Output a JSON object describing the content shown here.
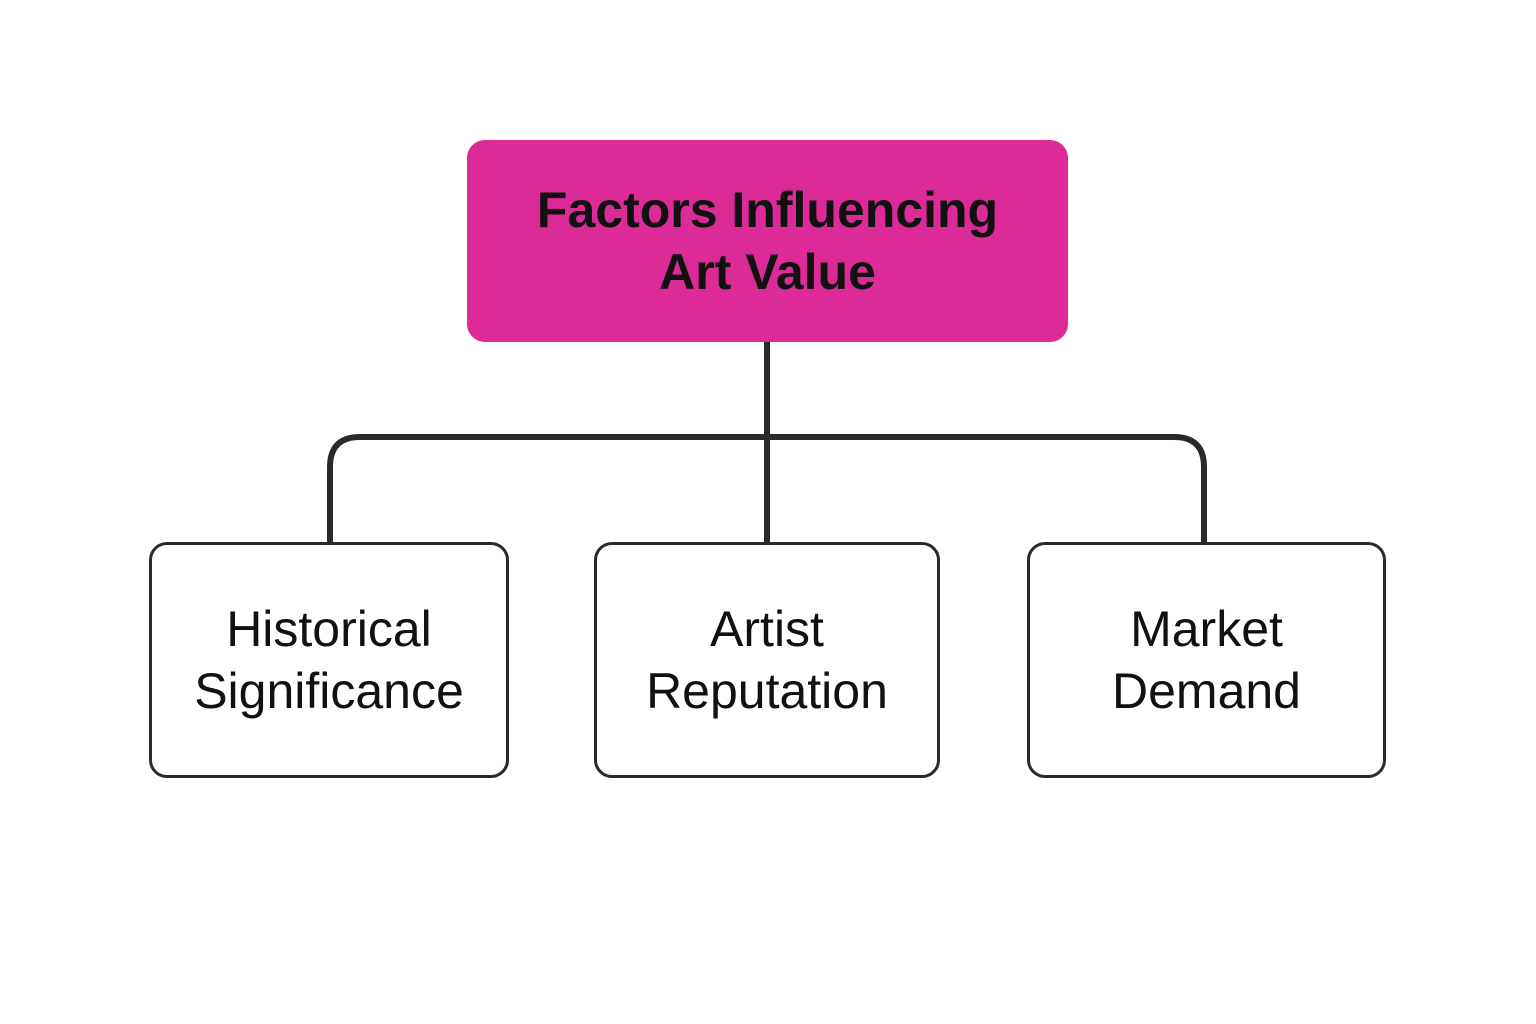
{
  "diagram": {
    "root": {
      "lines": [
        "Factors Influencing",
        "Art Value"
      ],
      "fill_color": "#dc2a96",
      "text_color": "#111111"
    },
    "children": [
      {
        "lines": [
          "Historical",
          "Significance"
        ]
      },
      {
        "lines": [
          "Artist",
          "Reputation"
        ]
      },
      {
        "lines": [
          "Market",
          "Demand"
        ]
      }
    ],
    "connector_color": "#2a2a2a"
  }
}
